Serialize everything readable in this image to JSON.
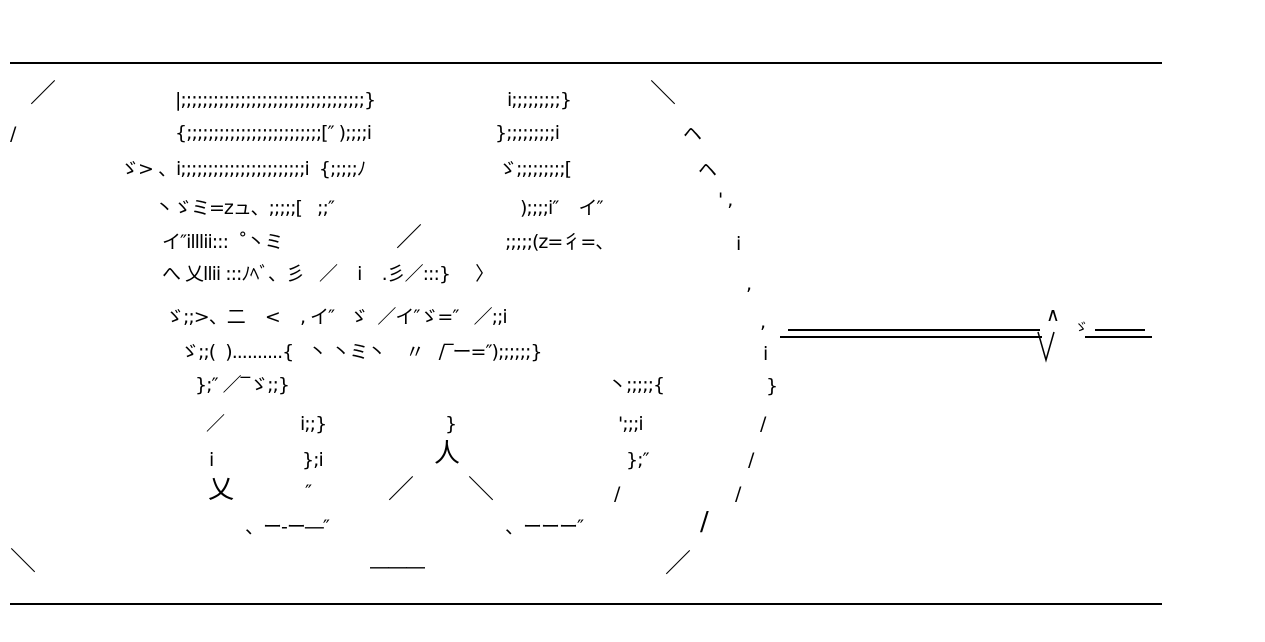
{
  "art": {
    "fragments": [
      "／",
      "|;;;;;;;;;;;;;;;;;;;;;;;;;;;;;;;;;;}",
      "i;;;;;;;;;}",
      "＼",
      "/",
      "{;;;;;;;;;;;;;;;;;;;;;;;;;[″ );;;;i",
      "};;;;;;;;;i",
      "ヘ",
      "ゞ> 、i;;;;;;;;;;;;;;;;;;;;;;;i  {;;;;;ﾉ",
      "ゞ;;;;;;;;;[",
      "ヘ",
      "丶ゞミ=zュ、;;;;;[   ;;″",
      ");;;;i″    イ″",
      "' ,",
      "イ″illlii:::  ˚丶ミ",
      "／",
      ";;;;;(z=彳=、",
      "i",
      "へ 乂llii :::ﾉﾍﾞ、彡   ／    i    .彡／:::}     〉",
      ",",
      "ゞ;;>、二    <    , イ″   ゞ  ／イ″ゞ=″   ／;;i",
      ",",
      "ゞ;;(  )..........{   丶 丶ミ丶    〃   /‾ー=″);;;;;;}",
      "i",
      "};″ ／‾ゞ;;}",
      "丶;;;;;{",
      "}",
      "／",
      "i;;}",
      "}",
      "';;;i",
      "/",
      "i",
      "};i",
      "人",
      "};″",
      "/",
      "乂",
      "″",
      "／",
      "＼",
      "/",
      "/",
      "、ー‐ー―″",
      "、ーーー″",
      "/",
      "＼",
      "―――",
      "／",
      "∧",
      "ゞ"
    ]
  }
}
